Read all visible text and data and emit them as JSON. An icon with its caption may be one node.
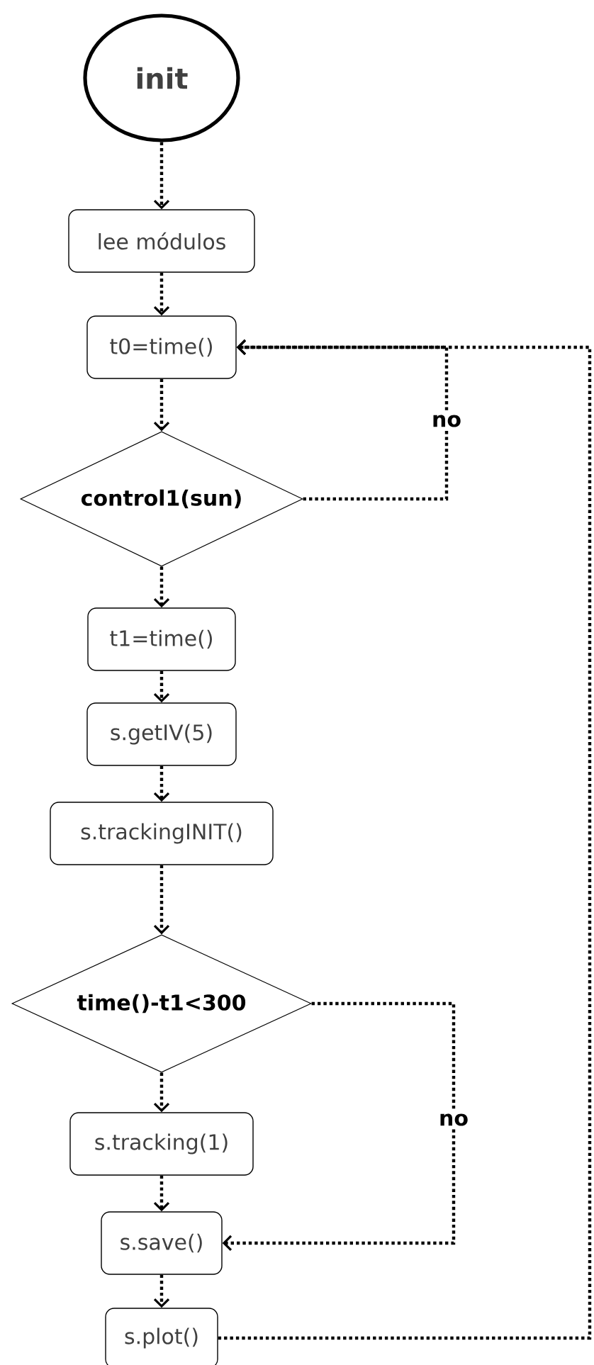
{
  "diagram": {
    "nodes": [
      {
        "text": [
          "init"
        ]
      },
      {
        "text": [
          "lee módulos"
        ]
      },
      {
        "text": [
          "t0=time()"
        ]
      },
      {
        "text": [
          "control1(sun)"
        ]
      },
      {
        "text": [
          "t1=time()"
        ]
      },
      {
        "text": [
          "s.getIV(5)"
        ]
      },
      {
        "text": [
          "s.trackingINIT()"
        ]
      },
      {
        "text": [
          "time()-t1<300"
        ]
      },
      {
        "text": [
          "s.tracking(1)"
        ]
      },
      {
        "text": [
          "s.save()"
        ]
      },
      {
        "text": [
          "s.plot()"
        ]
      }
    ],
    "edges": [
      {
        "from": 0,
        "to": 1,
        "arrow": "to"
      },
      {
        "from": 1,
        "to": 2,
        "arrow": "to"
      },
      {
        "from": 2,
        "to": 3,
        "arrow": "to"
      },
      {
        "from": 3,
        "to": 4,
        "arrow": "to"
      },
      {
        "from": 4,
        "to": 5,
        "arrow": "to"
      },
      {
        "from": 5,
        "to": 6,
        "arrow": "to"
      },
      {
        "from": 6,
        "to": 7,
        "arrow": "to"
      },
      {
        "from": 7,
        "to": 8,
        "arrow": "to"
      },
      {
        "from": 8,
        "to": 9,
        "arrow": "to"
      },
      {
        "from": 9,
        "to": 10,
        "arrow": "to"
      },
      {
        "from": 3,
        "to": 2,
        "arrow": "to",
        "label": "no"
      },
      {
        "from": 7,
        "to": 9,
        "arrow": "to",
        "label": "no"
      },
      {
        "from": 10,
        "to": 2,
        "arrow": "to"
      }
    ]
  }
}
